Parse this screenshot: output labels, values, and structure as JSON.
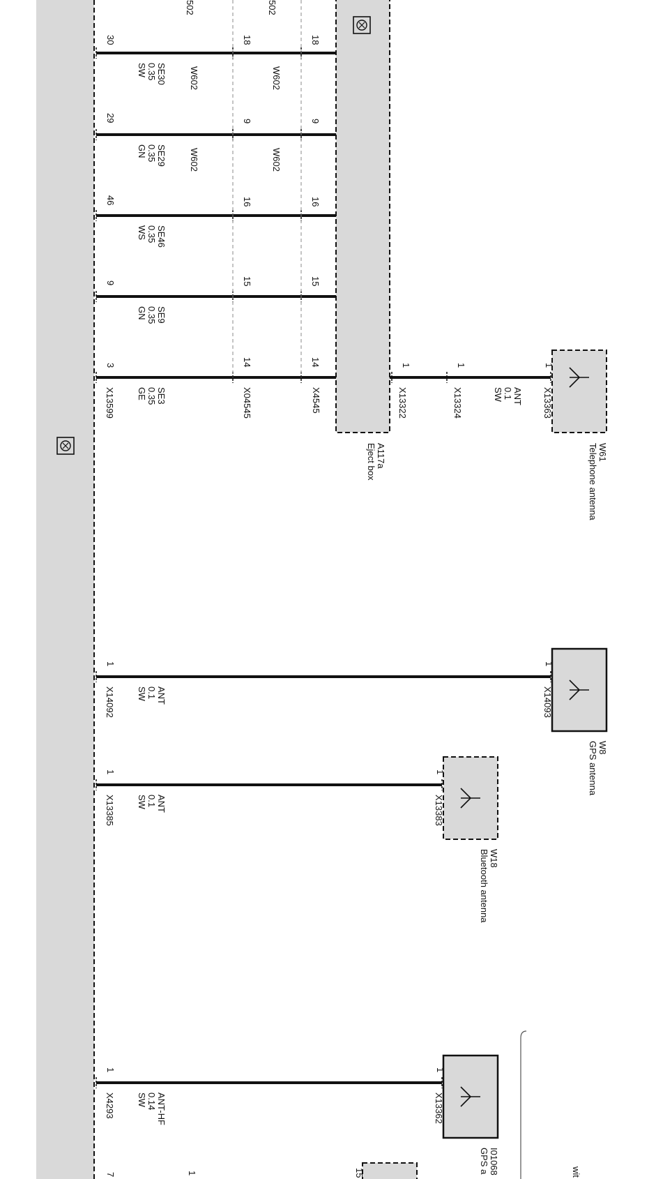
{
  "main_unit": {
    "symbol": "bus-icon"
  },
  "eject_box": {
    "id": "A117a",
    "name": "Eject box",
    "symbol": "bus-icon"
  },
  "connectors": {
    "x13599": "X13599",
    "x04545": "X04545",
    "x4545": "X4545",
    "x13322": "X13322",
    "x13324": "X13324",
    "x13363": "X13363",
    "x14092": "X14092",
    "x14093": "X14093",
    "x13385": "X13385",
    "x13383": "X13383",
    "x4293": "X4293",
    "x13362": "X13362"
  },
  "signal_wires": [
    {
      "main_pin": "30",
      "mid_pin": "18",
      "box_pin": "18",
      "signal": "SE30",
      "gauge": "0.35",
      "color": "SW",
      "code_outer": "W602",
      "code_inner": "W602"
    },
    {
      "main_pin": "29",
      "mid_pin": "9",
      "box_pin": "9",
      "signal": "SE29",
      "gauge": "0.35",
      "color": "GN",
      "code_outer": "W602",
      "code_inner": "W602"
    },
    {
      "main_pin": "46",
      "mid_pin": "16",
      "box_pin": "16",
      "signal": "SE46",
      "gauge": "0.35",
      "color": "WS"
    },
    {
      "main_pin": "9",
      "mid_pin": "15",
      "box_pin": "15",
      "signal": "SE9",
      "gauge": "0.35",
      "color": "GN"
    },
    {
      "main_pin": "3",
      "mid_pin": "14",
      "box_pin": "14",
      "signal": "SE3",
      "gauge": "0.35",
      "color": "GE"
    }
  ],
  "top_fragments": [
    "502",
    "502"
  ],
  "antennas": [
    {
      "id": "W61",
      "name": "Telephone antenna",
      "pin": "1",
      "pin_b": "1",
      "pin_c": "1",
      "signal": "ANT",
      "gauge": "0.1",
      "color": "SW",
      "icon": "antenna-icon"
    },
    {
      "id": "W8",
      "name": "GPS antenna",
      "pin_main": "1",
      "pin_ant": "1",
      "signal": "ANT",
      "gauge": "0.1",
      "color": "SW",
      "icon": "antenna-icon"
    },
    {
      "id": "W18",
      "name": "Bluetooth antenna",
      "pin_main": "1",
      "pin_ant": "1",
      "signal": "ANT",
      "gauge": "0.1",
      "color": "SW",
      "icon": "antenna-icon"
    },
    {
      "id": "I01068",
      "name": "GPS a",
      "pin_main": "1",
      "pin_ant": "1",
      "signal": "ANT-HF",
      "gauge": "0.14",
      "color": "SW",
      "icon": "antenna-icon"
    }
  ],
  "bottom_fragments": {
    "pin_a": "15",
    "pin_b": "1",
    "pin_c": "7",
    "note": "wit"
  }
}
